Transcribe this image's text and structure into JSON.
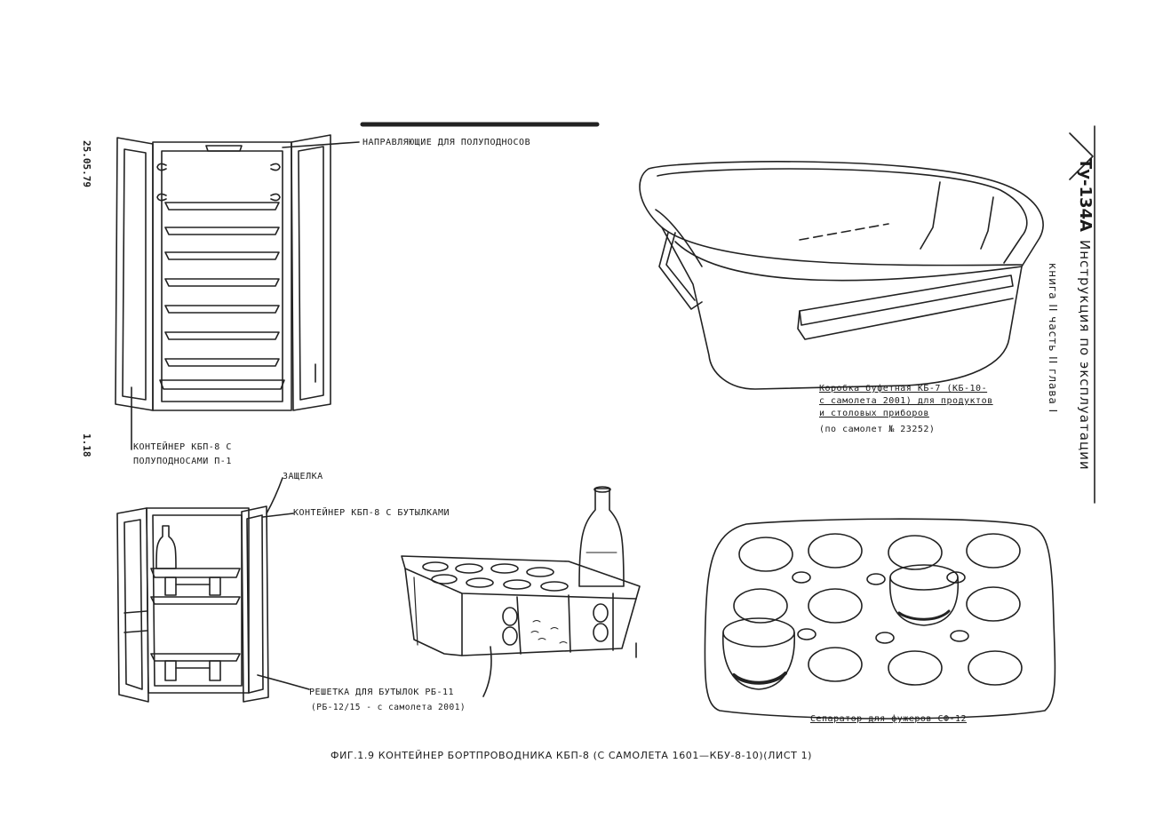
{
  "header": {
    "doc_code": "Ту-134А",
    "manual_title": "Инструкция по эксплуатации",
    "book_info": "книга II   часть II   глава I"
  },
  "margin": {
    "date": "25.05.79",
    "page_number": "1.18"
  },
  "labels": {
    "guides": "НАПРАВЛЯЮЩИЕ ДЛЯ ПОЛУПОДНОСОВ",
    "container_trays_l1": "КОНТЕЙНЕР КБП-8 С",
    "container_trays_l2": "ПОЛУПОДНОСАМИ П-1",
    "latch": "ЗАЩЕЛКА",
    "container_bottles": "КОНТЕЙНЕР КБП-8 С БУТЫЛКАМИ",
    "rack_l1": "РЕШЕТКА ДЛЯ БУТЫЛОК РБ-11",
    "rack_l2": "(РБ-12/15 - с самолета 2001)",
    "box_l1": "Коробка буфетная КБ-7 (КБ-10-",
    "box_l2": "с самолета 2001) для продуктов",
    "box_l3": "и столовых приборов",
    "box_l4": "(по самолет № 23252)",
    "separator": "Сепаратор для фужеров СФ-12"
  },
  "caption": "ФИГ.1.9 КОНТЕЙНЕР  БОРТПРОВОДНИКА КБП-8  (С САМОЛЕТА 1601—КБУ-8-10)(ЛИСТ 1)"
}
